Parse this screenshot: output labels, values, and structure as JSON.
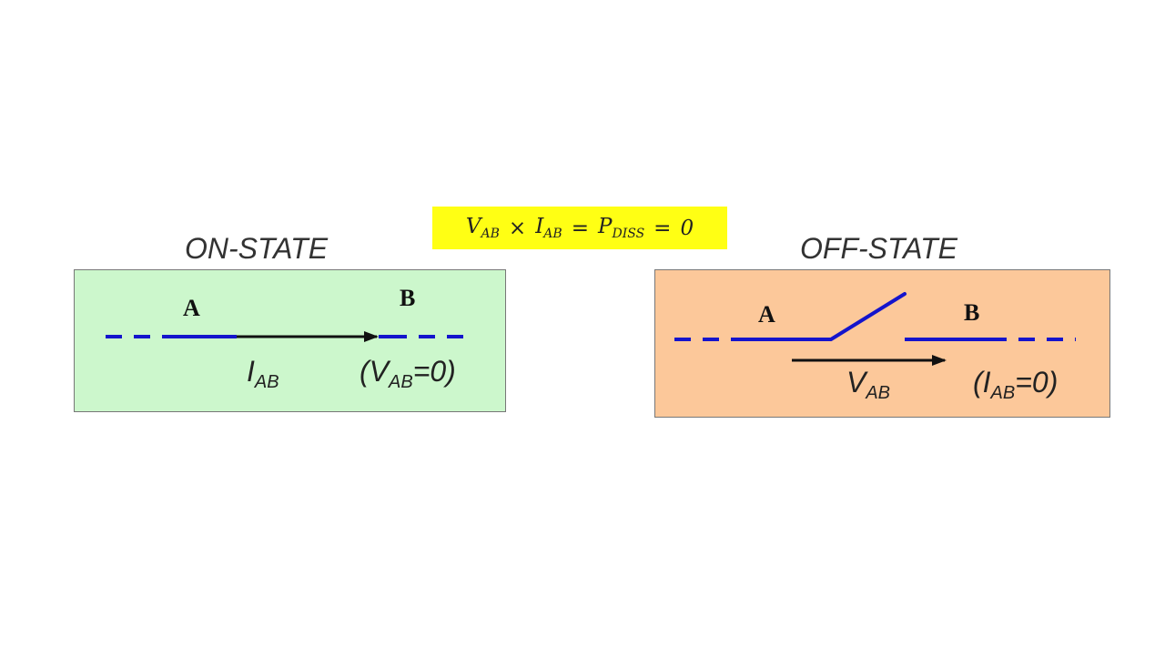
{
  "formula": {
    "v": "V",
    "v_sub": "AB",
    "times": "×",
    "i": "I",
    "i_sub": "AB",
    "eq1": "=",
    "p": "P",
    "p_sub": "DISS",
    "eq2": "=",
    "zero": "0"
  },
  "on_state": {
    "title": "ON-STATE",
    "bg_color": "#ccf7cc",
    "node_a": "A",
    "node_b": "B",
    "current": {
      "sym": "I",
      "sub": "AB"
    },
    "condition": {
      "open": "(",
      "sym": "V",
      "sub": "AB",
      "rest": "=0)"
    }
  },
  "off_state": {
    "title": "OFF-STATE",
    "bg_color": "#fcc89a",
    "node_a": "A",
    "node_b": "B",
    "voltage": {
      "sym": "V",
      "sub": "AB"
    },
    "condition": {
      "open": "(",
      "sym": "I",
      "sub": "AB",
      "rest": "=0)"
    }
  },
  "colors": {
    "wire": "#1414cc",
    "arrow": "#111111",
    "highlight": "#ffff14"
  }
}
